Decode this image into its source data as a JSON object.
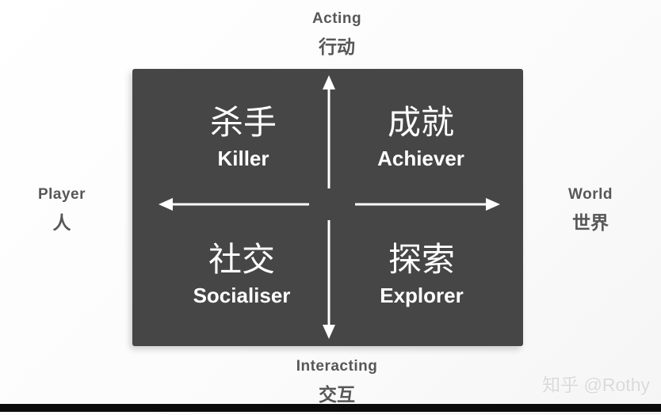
{
  "diagram": {
    "title": "Bartle player types quadrant",
    "axes": {
      "top": {
        "en": "Acting",
        "zh": "行动"
      },
      "bottom": {
        "en": "Interacting",
        "zh": "交互"
      },
      "left": {
        "en": "Player",
        "zh": "人"
      },
      "right": {
        "en": "World",
        "zh": "世界"
      }
    },
    "quadrants": [
      {
        "position": "top-left",
        "zh": "杀手",
        "en": "Killer"
      },
      {
        "position": "top-right",
        "zh": "成就",
        "en": "Achiever"
      },
      {
        "position": "bottom-left",
        "zh": "社交",
        "en": "Socialiser"
      },
      {
        "position": "bottom-right",
        "zh": "探索",
        "en": "Explorer"
      }
    ],
    "icons": {
      "vertical_axis": "double-headed-vertical-arrow",
      "horizontal_axis": "double-headed-horizontal-arrow"
    },
    "colors": {
      "box_background": "#464646",
      "box_text": "#ffffff",
      "arrow": "#ffffff",
      "outer_label_text": "#575757",
      "watermark_text": "#dadada",
      "bottom_bar": "#0b0b0b",
      "page_background": "#fbfbfb"
    },
    "watermark": "知乎 @Rothy"
  }
}
